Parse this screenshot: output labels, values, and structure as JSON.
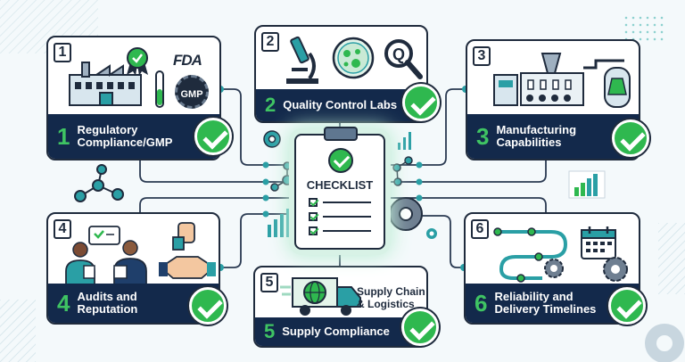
{
  "center": {
    "title": "CHECKLIST"
  },
  "cards": [
    {
      "badge": "1",
      "num": "1",
      "label_line1": "Regulatory",
      "label_line2": "Compliance/GMP"
    },
    {
      "badge": "2",
      "num": "2",
      "label_line1": "Quality Control Labs",
      "label_line2": ""
    },
    {
      "badge": "3",
      "num": "3",
      "label_line1": "Manufacturing",
      "label_line2": "Capabilities"
    },
    {
      "badge": "4",
      "num": "4",
      "label_line1": "Audits and",
      "label_line2": "Reputation"
    },
    {
      "badge": "5",
      "num": "5",
      "label_line1": "Supply Compliance",
      "label_line2": ""
    },
    {
      "badge": "6",
      "num": "6",
      "label_line1": "Reliability and",
      "label_line2": "Delivery Timelines"
    }
  ],
  "logos": {
    "fda": "FDA",
    "gmp": "GMP"
  },
  "supply_chain": {
    "line1": "Supply Chain",
    "line2": "& Logistics"
  },
  "colors": {
    "navy": "#13294b",
    "green": "#2fb84f",
    "teal": "#2a9fa5"
  },
  "icons": [
    "factory-icon",
    "microscope-icon",
    "petri-dish-icon",
    "magnifier-icon",
    "machinery-icon",
    "auditors-icon",
    "handshake-icon",
    "truck-icon",
    "globe-icon",
    "calendar-icon",
    "gear-icon",
    "molecule-icon",
    "bar-chart-icon"
  ]
}
